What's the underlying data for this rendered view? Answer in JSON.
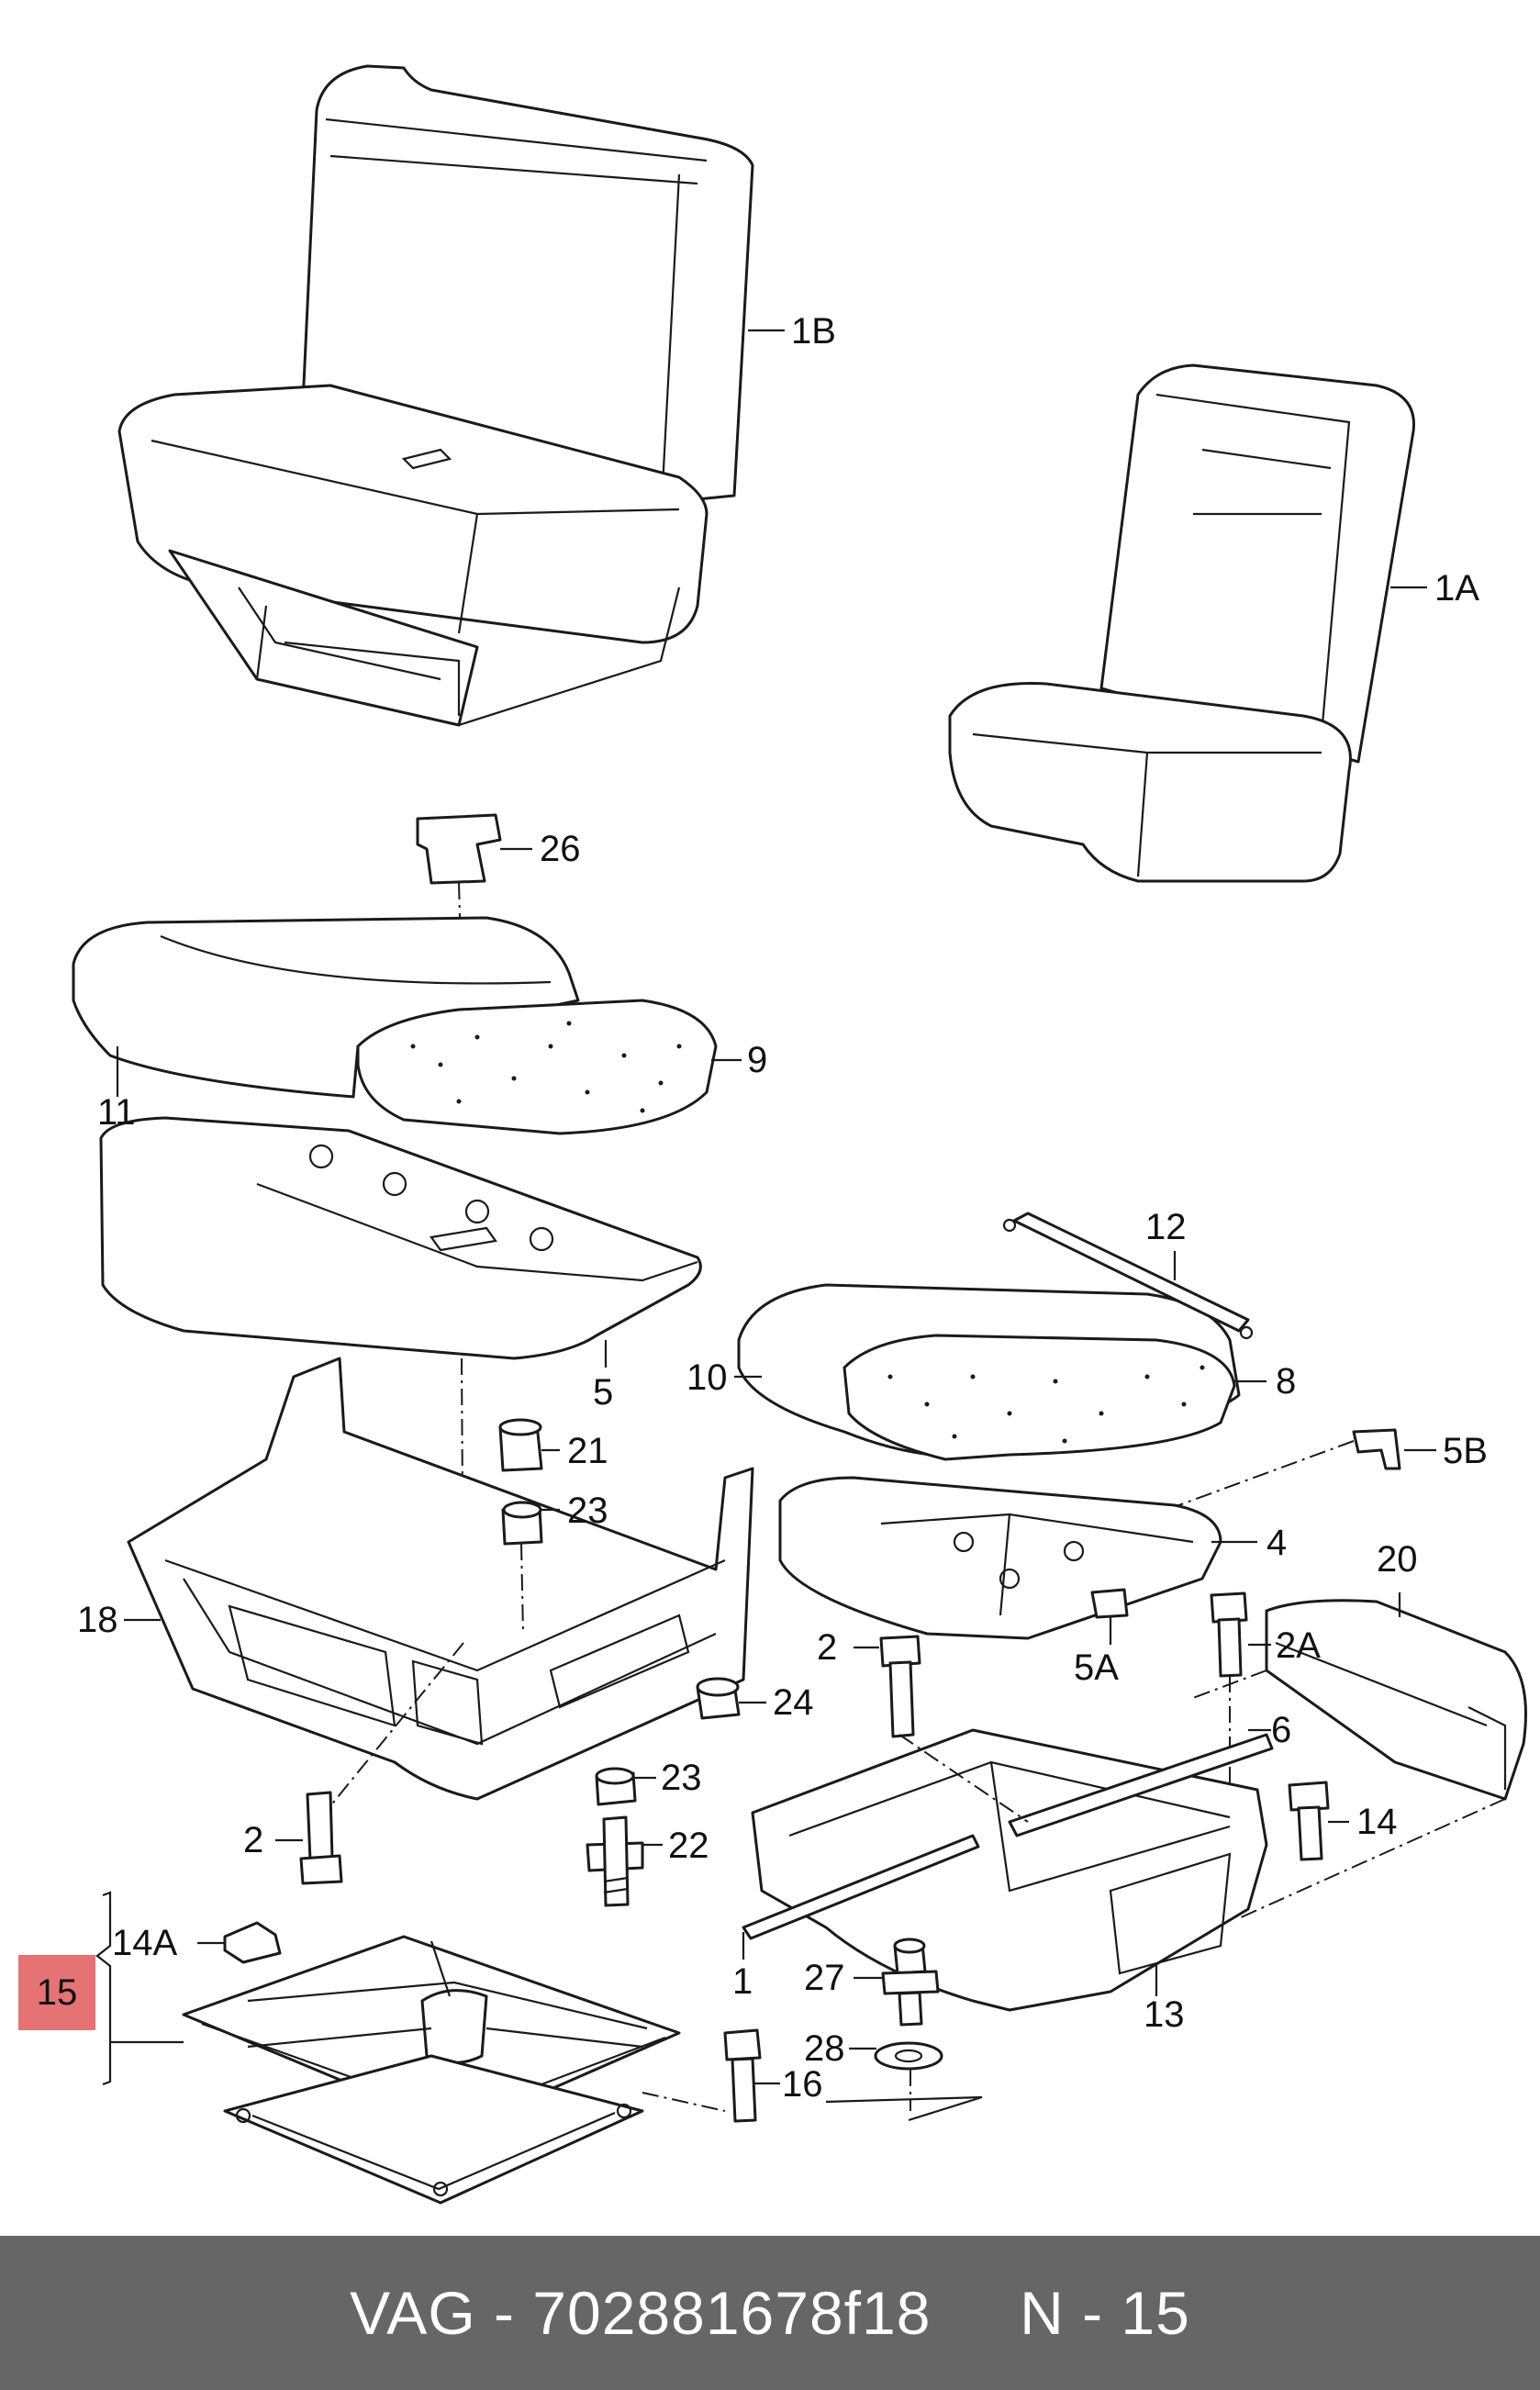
{
  "callouts": {
    "c1B": "1B",
    "c1A": "1A",
    "c26": "26",
    "c9": "9",
    "c11": "11",
    "c5": "5",
    "c12": "12",
    "c10": "10",
    "c8": "8",
    "c5B": "5B",
    "c21": "21",
    "c23a": "23",
    "c4": "4",
    "c20": "20",
    "c18": "18",
    "c2a": "2",
    "c2A": "2A",
    "c5A": "5A",
    "c24": "24",
    "c6": "6",
    "c23b": "23",
    "c14": "14",
    "c2b": "2",
    "c22": "22",
    "c14A": "14A",
    "c1": "1",
    "c27": "27",
    "c13": "13",
    "c28": "28",
    "c16": "16"
  },
  "highlight": {
    "label": "15",
    "color": "#e57373"
  },
  "footer": {
    "text": "VAG - 702881678f18     N - 15",
    "background": "#666666"
  }
}
